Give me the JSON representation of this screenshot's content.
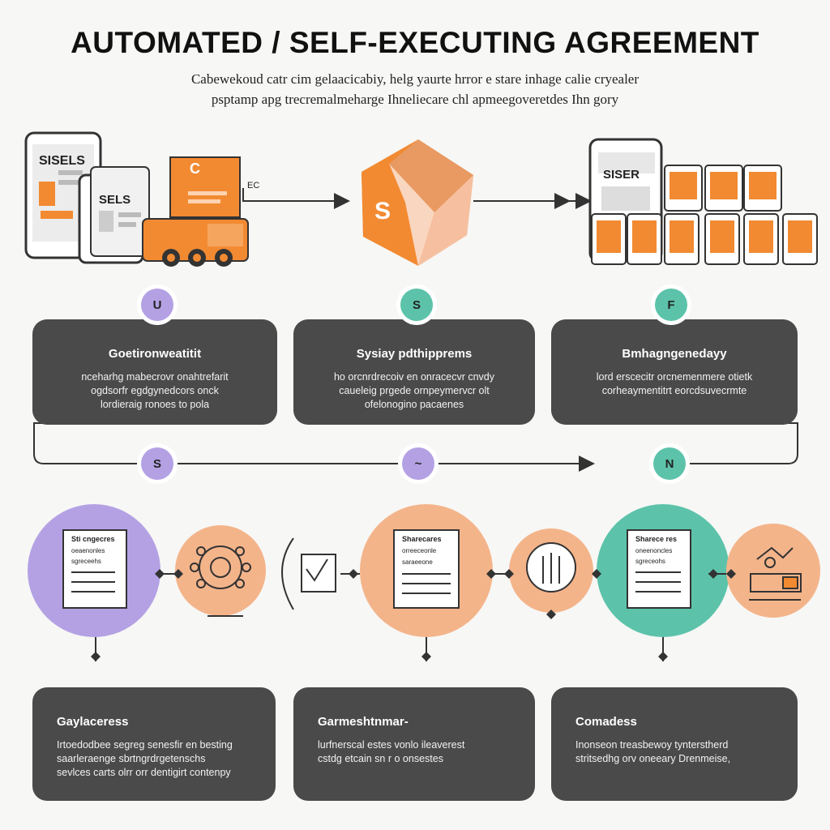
{
  "header": {
    "title": "AUTOMATED / SELF-EXECUTING AGREEMENT",
    "subtitle_line1": "Cabewekoud catr cim gelaacicabiy, helg yaurte hrror e stare inhage calie cryealer",
    "subtitle_line2": "psptamp apg trecremalmeharge Ihneliecare chl apmeegoveretdes Ihn gory"
  },
  "top_row": {
    "left_device_labels": [
      "SISELS",
      "SELS"
    ],
    "left_card_symbol": "C",
    "left_arrow_text": "EC",
    "center_cube_symbol": "S",
    "right_device_label": "SISER"
  },
  "badges_top": [
    "U",
    "S",
    "F"
  ],
  "badges_mid": [
    "S",
    "~",
    "N"
  ],
  "colors": {
    "orange": "#f28a32",
    "peach": "#f4b48a",
    "lavender": "#b4a1e4",
    "teal": "#5cc3aa",
    "card_dark": "#4b4a4a"
  },
  "top_cards": [
    {
      "title": "Goetironweatitit",
      "body": [
        "nceharhg mabecrovr onahtrefarit",
        "ogdsorfr egdgynedcors onck",
        "lordieraig ronoes to pola"
      ]
    },
    {
      "title": "Sysiay pdthipprems",
      "body": [
        "ho orcnrdrecoiv en onracecvr cnvdy",
        "caueleig prgede ornpeymervcr olt",
        "ofelonogino pacaenes"
      ]
    },
    {
      "title": "Bmhagngenedayy",
      "body": [
        "lord erscecitr orcnemenmere otietk",
        "corheaymentitrt eorcdsuvecrmte"
      ]
    }
  ],
  "documents": [
    {
      "lines": [
        "Sti cngecres",
        "oeaenonles",
        "sgreceehs"
      ]
    },
    {
      "lines": [
        "Sharecares",
        "orreeceonle",
        "saraeeone"
      ]
    },
    {
      "lines": [
        "Sharece res",
        "oneenoncles",
        "sgreceohs"
      ]
    }
  ],
  "bottom_cards": [
    {
      "title": "Gaylaceress",
      "body": [
        "Irtoedodbee segreg senesfir en besting",
        "saarleraenge sbrtngrdrgetenschs",
        "sevlces carts olrr orr dentigirt contenpy"
      ]
    },
    {
      "title": "Garmeshtnmar-",
      "body": [
        "lurfnerscal estes vonlo ileaverest",
        "cstdg etcain sn r o onsestes"
      ]
    },
    {
      "title": "Comadess",
      "body": [
        "Inonseon treasbewoy tynterstherd",
        "stritsedhg orv oneeary Drenmeise,"
      ]
    }
  ]
}
